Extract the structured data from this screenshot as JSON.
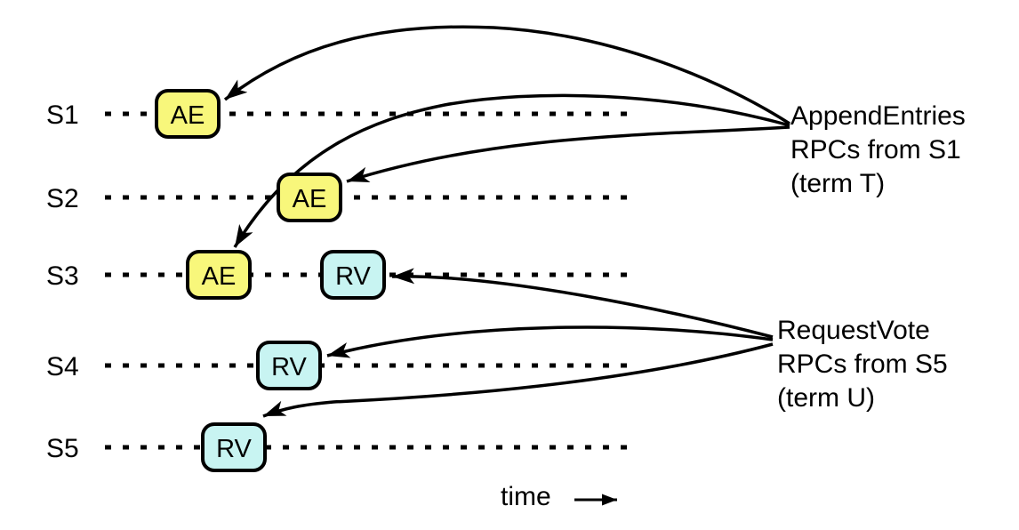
{
  "diagram": {
    "description": "Raft RPC timelines",
    "colors": {
      "background": "#ffffff",
      "line": "#000000",
      "ae_fill": "#f8f77b",
      "rv_fill": "#c8f4f2"
    },
    "servers": {
      "s1": {
        "label": "S1"
      },
      "s2": {
        "label": "S2"
      },
      "s3": {
        "label": "S3"
      },
      "s4": {
        "label": "S4"
      },
      "s5": {
        "label": "S5"
      }
    },
    "boxes": {
      "s1_ae": {
        "label": "AE"
      },
      "s2_ae": {
        "label": "AE"
      },
      "s3_ae": {
        "label": "AE"
      },
      "s3_rv": {
        "label": "RV"
      },
      "s4_rv": {
        "label": "RV"
      },
      "s5_rv": {
        "label": "RV"
      }
    },
    "annotations": {
      "append_entries": {
        "line1": "AppendEntries",
        "line2": "RPCs from S1",
        "line3": "(term T)"
      },
      "request_vote": {
        "line1": "RequestVote",
        "line2": "RPCs from S5",
        "line3": "(term U)"
      },
      "time": {
        "label": "time"
      }
    }
  }
}
